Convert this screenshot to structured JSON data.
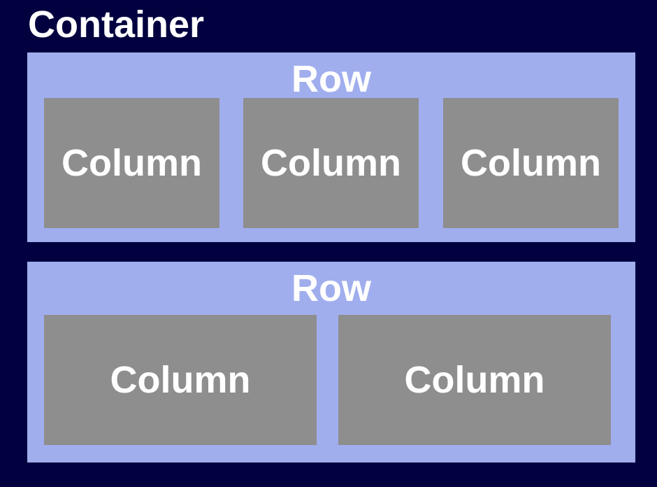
{
  "colors": {
    "container_bg": "#02003f",
    "row_bg": "#a1aeee",
    "column_bg": "#8e8e8e",
    "text": "#ffffff"
  },
  "container": {
    "title": "Container"
  },
  "rows": [
    {
      "title": "Row",
      "columns": [
        "Column",
        "Column",
        "Column"
      ]
    },
    {
      "title": "Row",
      "columns": [
        "Column",
        "Column"
      ]
    }
  ]
}
